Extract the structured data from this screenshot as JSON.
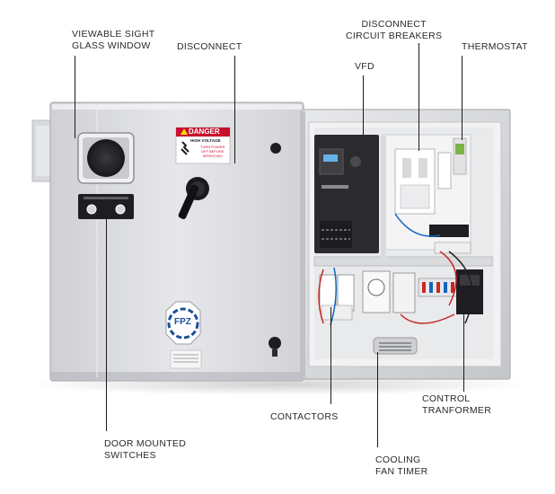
{
  "callouts": {
    "sight_glass": "VIEWABLE SIGHT\nGLASS WINDOW",
    "disconnect": "DISCONNECT",
    "disconnect_breakers": "DISCONNECT\nCIRCUIT BREAKERS",
    "vfd": "VFD",
    "thermostat": "THERMOSTAT",
    "control_transformer": "CONTROL\nTRANFORMER",
    "contactors": "CONTACTORS",
    "door_switches": "DOOR MOUNTED\nSWITCHES",
    "cooling_fan_timer": "COOLING\nFAN TIMER"
  },
  "door_panel": {
    "danger_sign": {
      "header": "DANGER",
      "line1": "HIGH VOLTAGE",
      "line2": "TURN POWER\nOFF BEFORE\nSERVICING"
    },
    "logo_text": "FPZ"
  },
  "colors": {
    "enclosure": "#dcdde0",
    "enclosure_shadow": "#b9bbc0",
    "danger_red": "#c8102e",
    "logo_blue": "#1b4f9c",
    "wire_red": "#c62828",
    "wire_blue": "#1565c0",
    "vfd_body": "#2b2b2e"
  }
}
